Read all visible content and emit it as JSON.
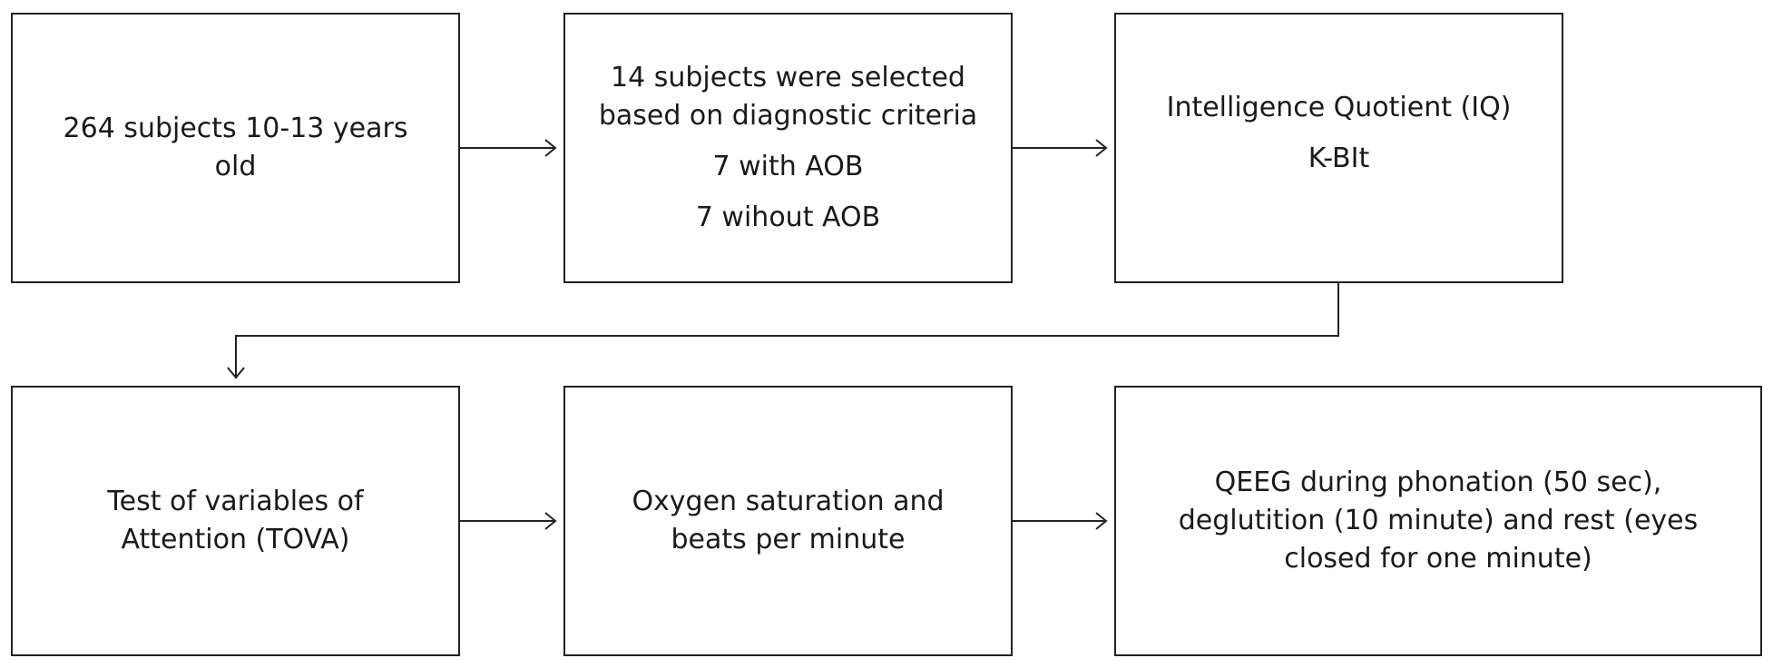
{
  "boxes": {
    "recruitment": {
      "lines": [
        "264 subjects 10-13 years",
        "old"
      ]
    },
    "selection": {
      "heading": [
        "14 subjects were selected",
        "based on diagnostic criteria"
      ],
      "group_with": "7 with AOB",
      "group_without": "7 wihout AOB"
    },
    "iq": {
      "title": "Intelligence Quotient (IQ)",
      "instrument": "K-BIt"
    },
    "tova": {
      "lines": [
        "Test of variables of",
        "Attention (TOVA)"
      ]
    },
    "oxygen": {
      "lines": [
        "Oxygen saturation and",
        "beats per minute"
      ]
    },
    "qeeg": {
      "lines": [
        "QEEG during phonation (50 sec),",
        "deglutition (10 minute) and rest (eyes",
        "closed for one minute)"
      ]
    }
  },
  "colors": {
    "stroke": "#222222",
    "text": "#1a1a1a",
    "background": "#ffffff"
  }
}
